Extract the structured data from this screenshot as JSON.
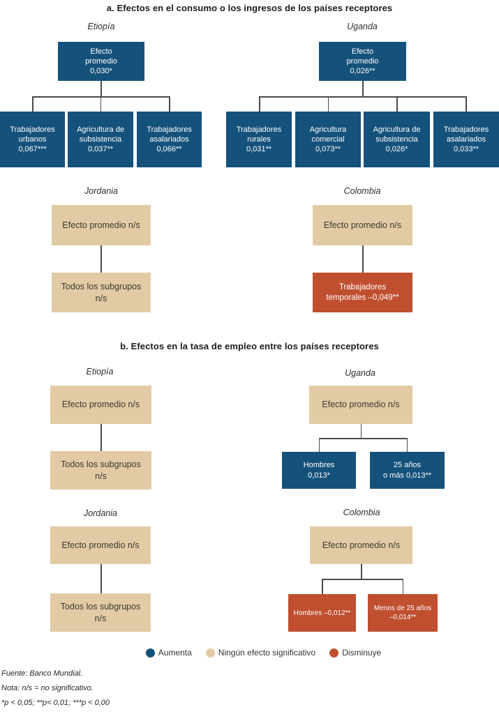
{
  "colors": {
    "increase": "#15527B",
    "no_effect": "#E2CBA4",
    "decrease": "#C04F30"
  },
  "panel_a": {
    "title": "a. Efectos en el consumo o los ingresos de los países receptores",
    "etiopia": {
      "country": "Etiopía",
      "root": "Efecto\npromedio\n0,030*",
      "children": [
        "Trabajadores\nurbanos\n0,067***",
        "Agricultura de\nsubsistencia\n0,037**",
        "Trabajadores\nasalariados\n0,066**"
      ]
    },
    "uganda": {
      "country": "Uganda",
      "root": "Efecto\npromedio\n0,026**",
      "children": [
        "Trabajadores\nrurales\n0,031**",
        "Agricultura\ncomercial\n0,073**",
        "Agricultura de\nsubsistencia\n0,026*",
        "Trabajadores\nasalariados\n0,033**"
      ]
    },
    "jordania": {
      "country": "Jordania",
      "root": "Efecto promedio n/s",
      "children": [
        "Todos los subgrupos\nn/s"
      ]
    },
    "colombia": {
      "country": "Colombia",
      "root": "Efecto promedio n/s",
      "children": [
        "Trabajadores\ntemporales –0,049**"
      ]
    }
  },
  "panel_b": {
    "title": "b. Efectos en la tasa de empleo entre los países receptores",
    "etiopia": {
      "country": "Etiopía",
      "root": "Efecto promedio n/s",
      "children": [
        "Todos los subgrupos\nn/s"
      ]
    },
    "uganda": {
      "country": "Uganda",
      "root": "Efecto promedio n/s",
      "children": [
        "Hombres\n0,013*",
        "25 años\no más 0,013**"
      ]
    },
    "jordania": {
      "country": "Jordania",
      "root": "Efecto promedio n/s",
      "children": [
        "Todos los subgrupos\nn/s"
      ]
    },
    "colombia": {
      "country": "Colombia",
      "root": "Efecto promedio n/s",
      "children": [
        "Hombres –0,012**",
        "Menos de 25 años\n–0,014**"
      ]
    }
  },
  "legend": {
    "items": [
      {
        "label": "Aumenta",
        "color": "#15527B"
      },
      {
        "label": "Ningún efecto significativo",
        "color": "#E2CBA4"
      },
      {
        "label": "Disminuye",
        "color": "#C04F30"
      }
    ]
  },
  "footnotes": [
    "Fuente: Banco Mundial.",
    "Nota: n/s = no significativo.",
    "*p < 0,05; **p< 0,01; ***p < 0,00"
  ]
}
